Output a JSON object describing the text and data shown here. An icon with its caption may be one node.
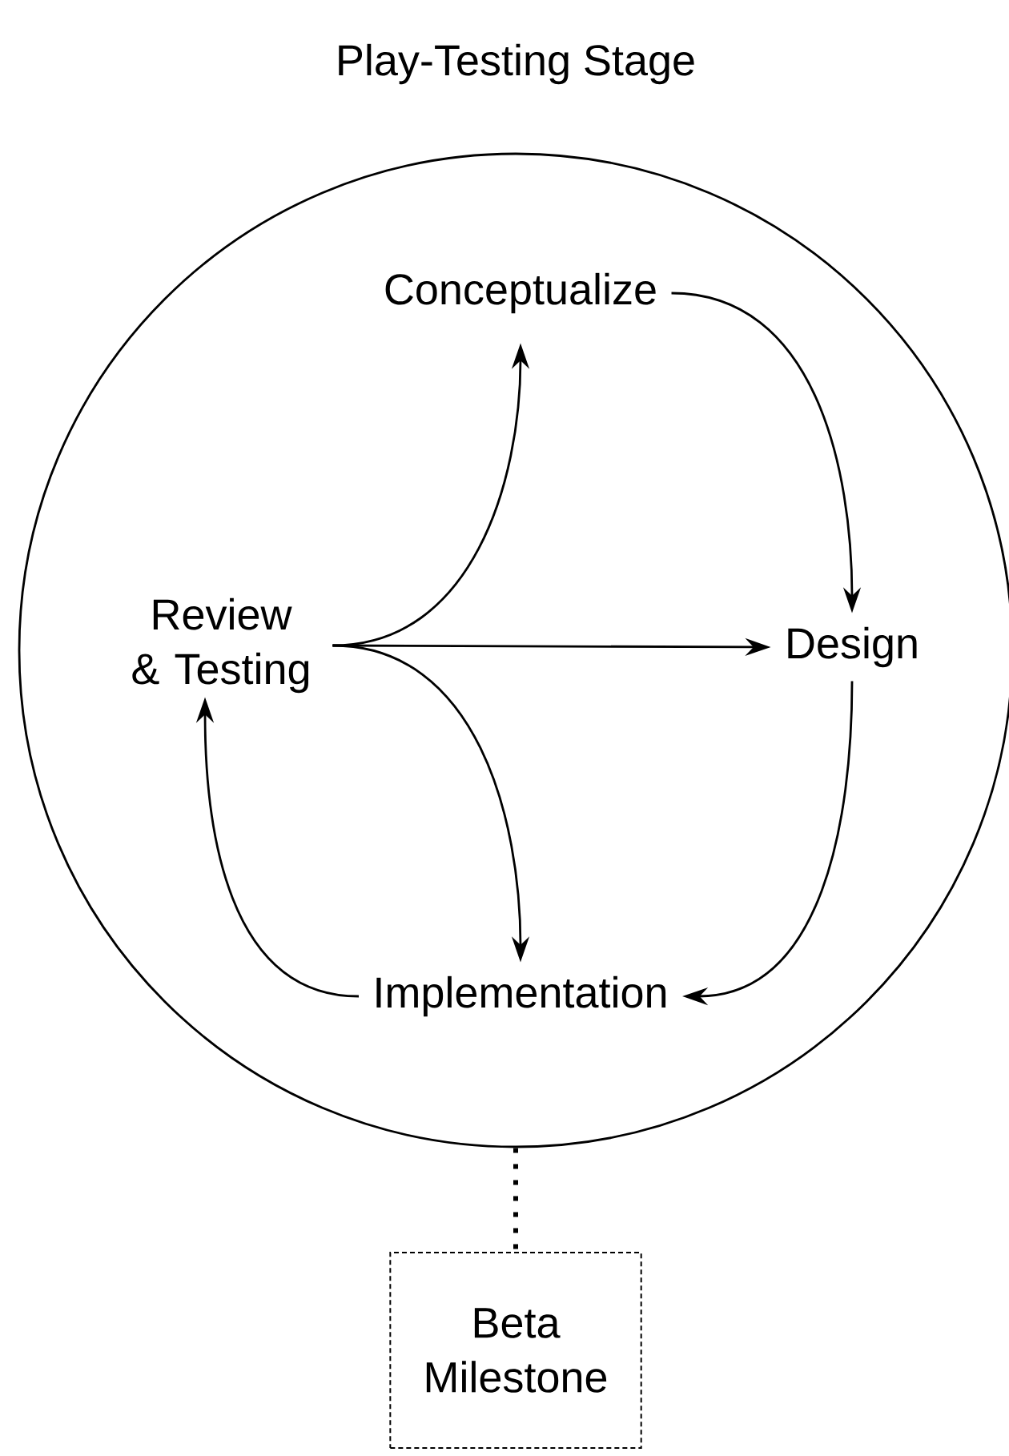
{
  "diagram": {
    "nodes": [
      {
        "text": [
          "Play-Testing Stage"
        ]
      },
      {
        "text": [
          "Conceptualize"
        ],
        "in": 0
      },
      {
        "text": [
          "Design"
        ],
        "in": 0
      },
      {
        "text": [
          "Implementation"
        ],
        "in": 0
      },
      {
        "text": [
          "Review & Testing"
        ],
        "in": 0
      },
      {
        "text": [
          "Beta Milestone"
        ]
      }
    ],
    "edges": [
      {
        "from": 1,
        "to": 2,
        "arrow": "to"
      },
      {
        "from": 2,
        "to": 3,
        "arrow": "to"
      },
      {
        "from": 3,
        "to": 4,
        "arrow": "to"
      },
      {
        "from": 4,
        "to": 1,
        "arrow": "to"
      },
      {
        "from": 4,
        "to": 2,
        "arrow": "to"
      },
      {
        "from": 4,
        "to": 3,
        "arrow": "to"
      },
      {
        "from": 0,
        "to": 5,
        "arrow": "none",
        "style": "dashed"
      }
    ]
  }
}
